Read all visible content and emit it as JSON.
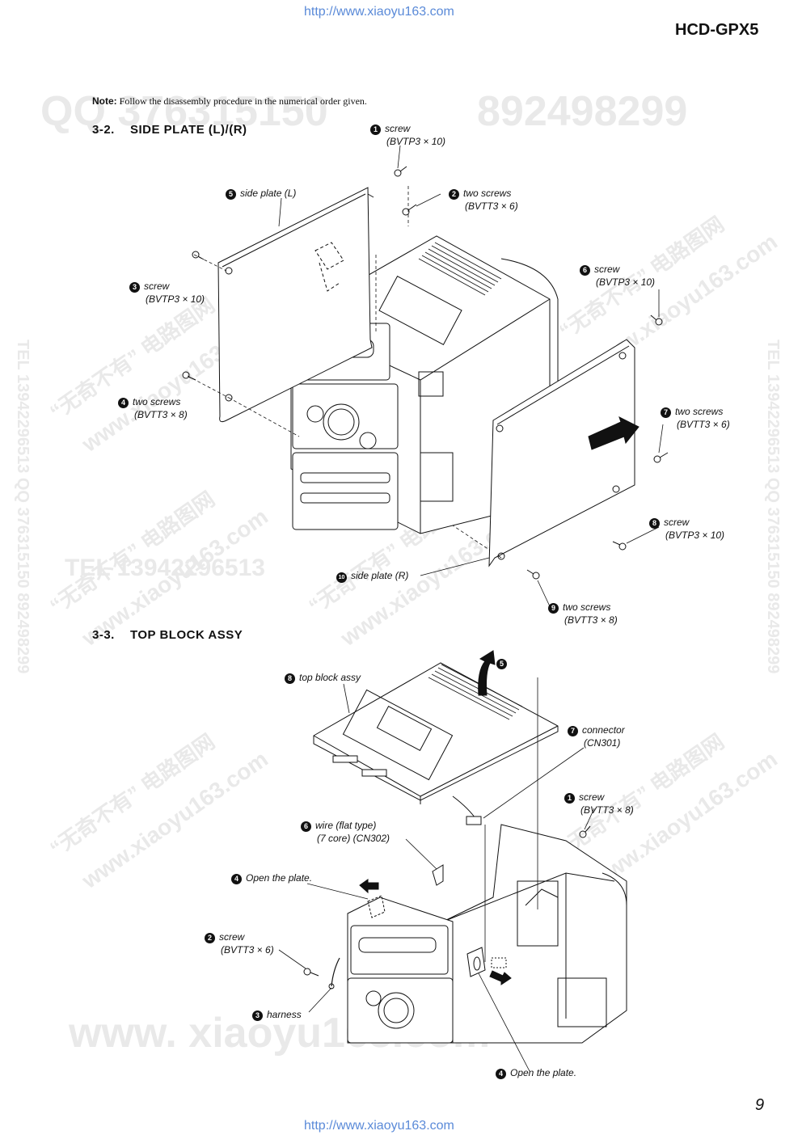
{
  "header": {
    "url_top": "http://www.xiaoyu163.com",
    "model": "HCD-GPX5"
  },
  "note": {
    "label": "Note:",
    "text": "Follow the disassembly procedure in the numerical order given."
  },
  "sections": [
    {
      "number": "3-2.",
      "title": "SIDE  PLATE (L)/(R)",
      "callouts": [
        {
          "n": "1",
          "label": "screw",
          "spec": "(BVTP3 × 10)"
        },
        {
          "n": "2",
          "label": "two screws",
          "spec": "(BVTT3 × 6)"
        },
        {
          "n": "3",
          "label": "screw",
          "spec": "(BVTP3 × 10)"
        },
        {
          "n": "4",
          "label": "two screws",
          "spec": "(BVTT3 × 8)"
        },
        {
          "n": "5",
          "label": "side plate (L)",
          "spec": ""
        },
        {
          "n": "6",
          "label": "screw",
          "spec": "(BVTP3 × 10)"
        },
        {
          "n": "7",
          "label": "two screws",
          "spec": "(BVTT3 × 6)"
        },
        {
          "n": "8",
          "label": "screw",
          "spec": "(BVTP3 × 10)"
        },
        {
          "n": "9",
          "label": "two screws",
          "spec": "(BVTT3 × 8)"
        },
        {
          "n": "10",
          "label": "side plate (R)",
          "spec": ""
        }
      ]
    },
    {
      "number": "3-3.",
      "title": "TOP  BLOCK  ASSY",
      "callouts": [
        {
          "n": "1",
          "label": "screw",
          "spec": "(BVTT3 × 8)"
        },
        {
          "n": "2",
          "label": "screw",
          "spec": "(BVTT3 × 6)"
        },
        {
          "n": "3",
          "label": "harness",
          "spec": ""
        },
        {
          "n": "4",
          "label": "Open the plate.",
          "spec": ""
        },
        {
          "n": "4",
          "label": "Open the plate.",
          "spec": ""
        },
        {
          "n": "5",
          "label": "",
          "spec": ""
        },
        {
          "n": "6",
          "label": "wire (flat type)",
          "spec": "(7 core) (CN302)"
        },
        {
          "n": "7",
          "label": "connector",
          "spec": "(CN301)"
        },
        {
          "n": "8",
          "label": "top block assy",
          "spec": ""
        }
      ]
    }
  ],
  "footer": {
    "page_number": "9",
    "url_bottom": "http://www.xiaoyu163.com"
  },
  "watermarks": {
    "qq": "QQ 376315150",
    "qq2": "892498299",
    "tel": "TEL 13942296513",
    "cn": "“无奇不有” 电路图网",
    "site": "www.xiaoyu163.com",
    "side_r": "TEL 13942296513  QQ 376315150  892498299",
    "big": "www. xiaoyu163.com"
  },
  "colors": {
    "url": "#5a8ad8",
    "watermark": "#e9e9e9",
    "ink": "#111111"
  }
}
